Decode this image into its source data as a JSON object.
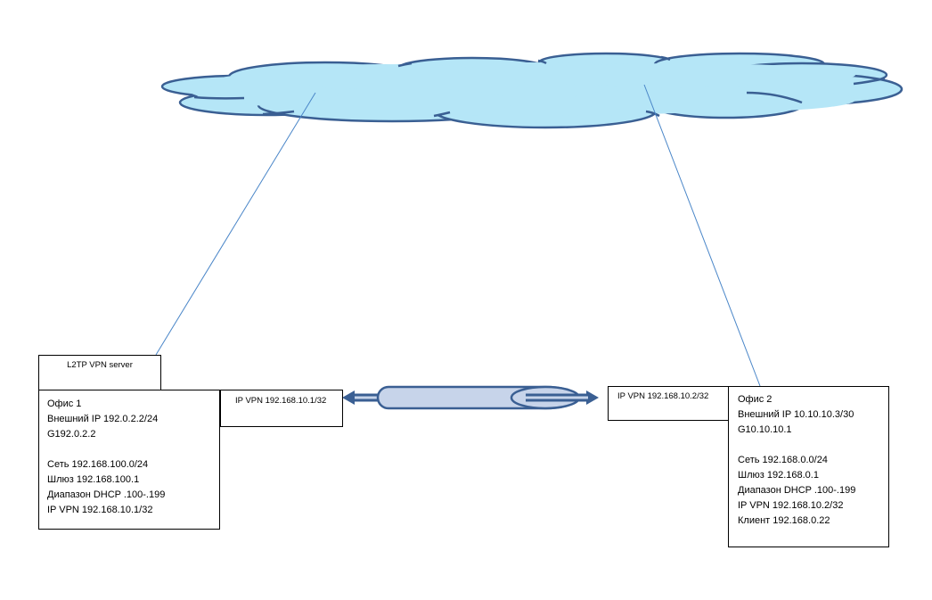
{
  "server": {
    "label": "L2TP VPN server"
  },
  "office1": {
    "lines": [
      "Офис 1",
      "Внешний IP 192.0.2.2/24",
      "G192.0.2.2",
      "",
      "Сеть 192.168.100.0/24",
      "Шлюз 192.168.100.1",
      "Диапазон DHCP .100-.199",
      "IP VPN 192.168.10.1/32"
    ]
  },
  "office2": {
    "lines": [
      "Офис 2",
      "Внешний IP 10.10.10.3/30",
      "G10.10.10.1",
      "",
      "Сеть 192.168.0.0/24",
      "Шлюз 192.168.0.1",
      "Диапазон DHCP .100-.199",
      "IP VPN 192.168.10.2/32",
      "Клиент 192.168.0.22"
    ]
  },
  "vpn1": {
    "label": "IP VPN 192.168.10.1/32"
  },
  "vpn2": {
    "label": "IP VPN 192.168.10.2/32"
  },
  "colors": {
    "cloud_fill": "#b5e6f7",
    "cloud_stroke": "#3a5f93",
    "line": "#4a86c8",
    "tunnel_fill": "#c7d4ea",
    "tunnel_stroke": "#3a5f93"
  }
}
